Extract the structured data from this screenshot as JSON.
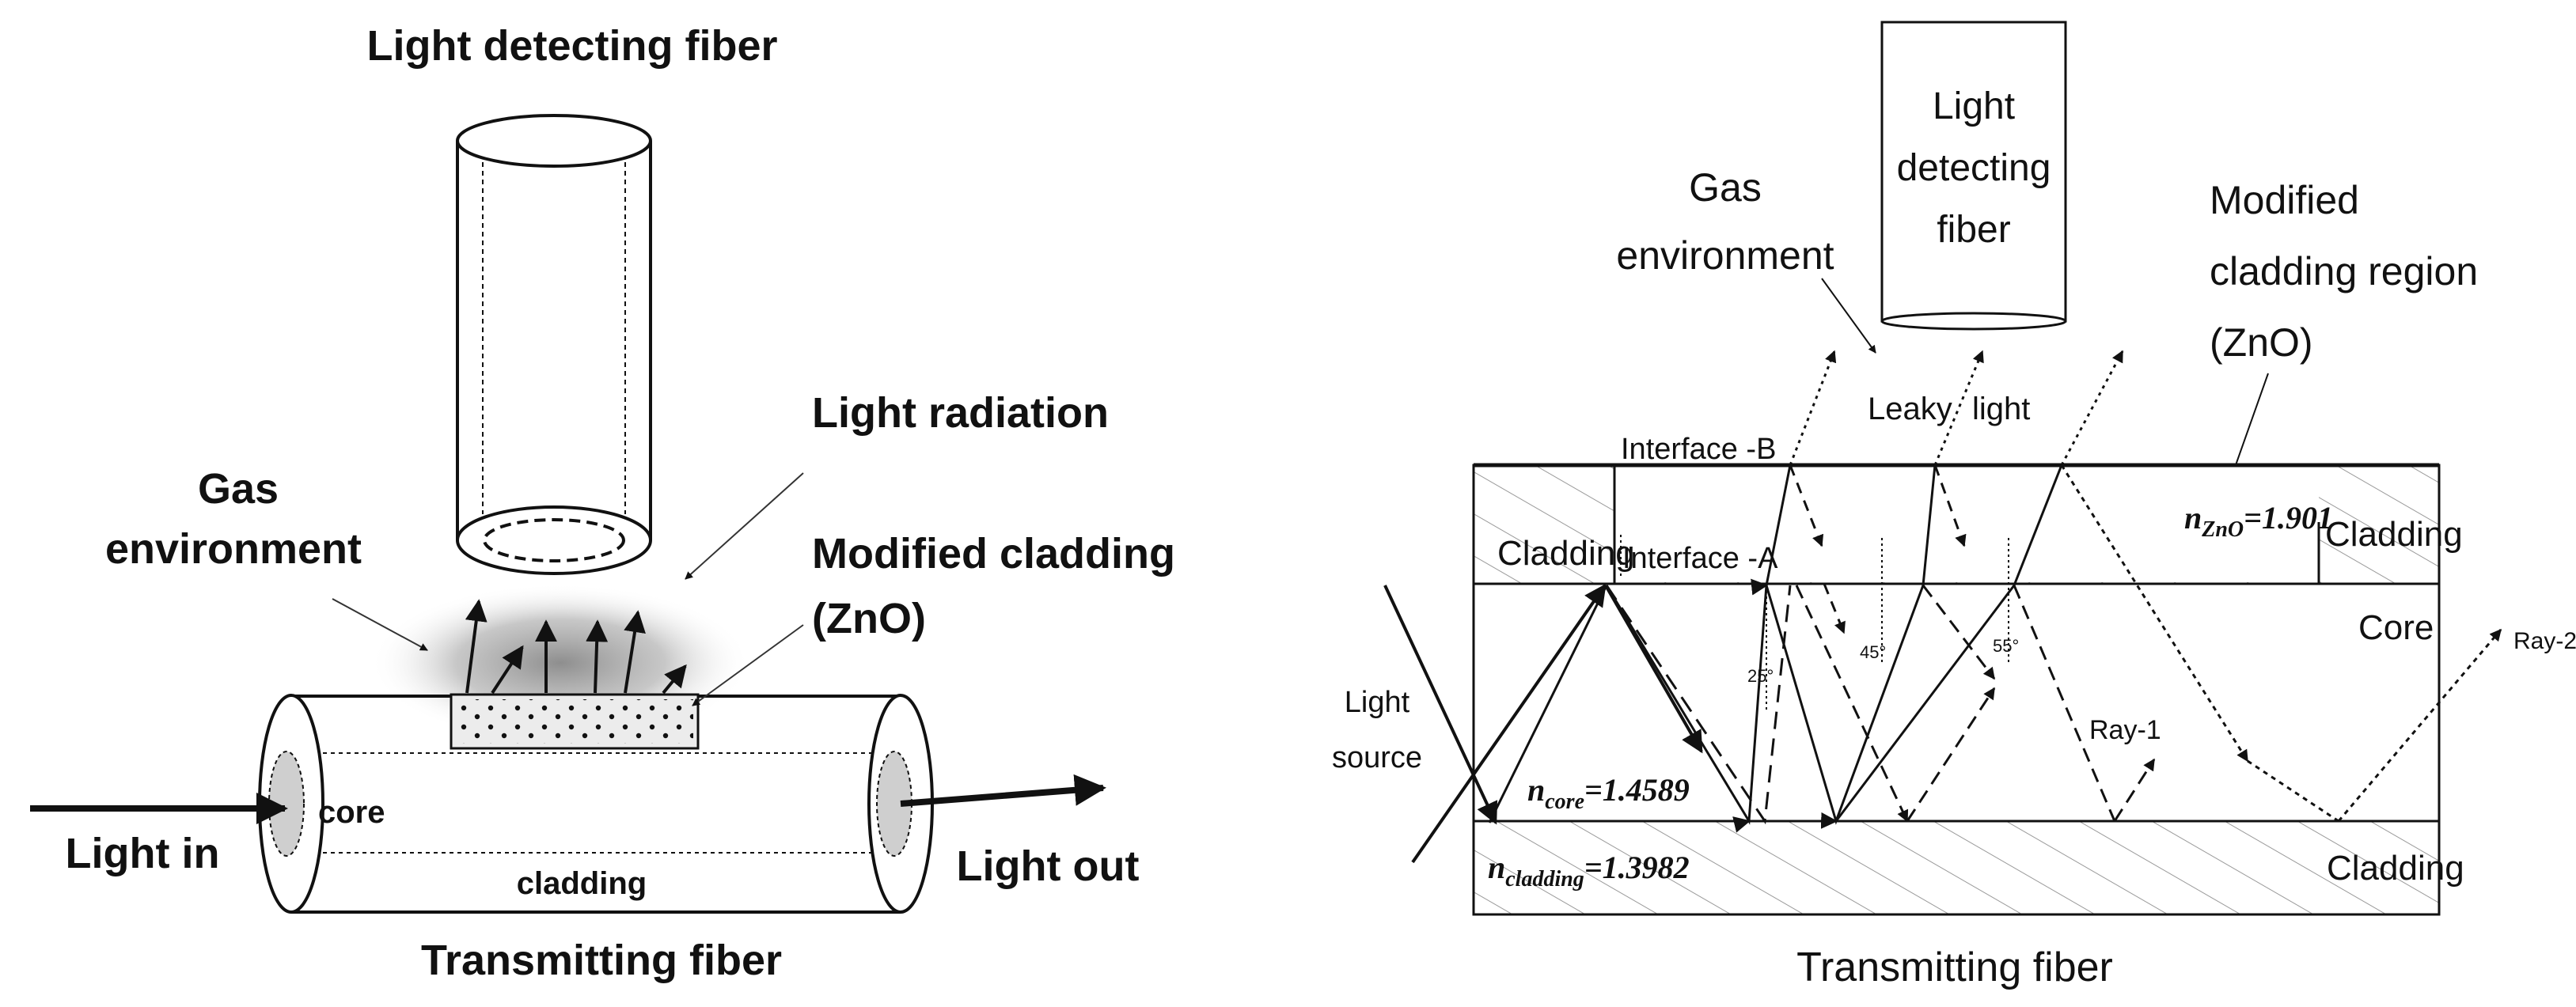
{
  "left_panel": {
    "detector_label": "Light detecting fiber",
    "radiation_label": "Light radiation",
    "gas_label_line1": "Gas",
    "gas_label_line2": "environment",
    "cladding_label_line1": "Modified cladding",
    "cladding_label_line2": "(ZnO)",
    "core_label": "core",
    "cladding_small_label": "cladding",
    "light_in_label": "Light in",
    "light_out_label": "Light out",
    "fiber_label": "Transmitting fiber"
  },
  "right_panel": {
    "detector_line1": "Light",
    "detector_line2": "detecting",
    "detector_line3": "fiber",
    "gas_line1": "Gas",
    "gas_line2": "environment",
    "modified_line1": "Modified",
    "modified_line2": "cladding region",
    "modified_line3": "(ZnO)",
    "leaky_label": "Leaky",
    "light_label": "light",
    "interface_b": "Interface -B",
    "interface_a": "Interface -A",
    "cladding_top_left": "Cladding",
    "cladding_top_right": "Cladding",
    "cladding_bottom": "Cladding",
    "core_label": "Core",
    "n_zno_base": "n",
    "n_zno_sub": "ZnO",
    "n_zno_value": "=1.901",
    "n_core_base": "n",
    "n_core_sub": "core",
    "n_core_value": "=1.4589",
    "n_clad_base": "n",
    "n_clad_sub": "cladding",
    "n_clad_value": "=1.3982",
    "source_line1": "Light",
    "source_line2": "source",
    "angle_25": "25°",
    "angle_45": "45°",
    "angle_55": "55°",
    "ray1_label": "Ray-1",
    "ray2_label": "Ray-2",
    "fiber_label": "Transmitting fiber"
  }
}
